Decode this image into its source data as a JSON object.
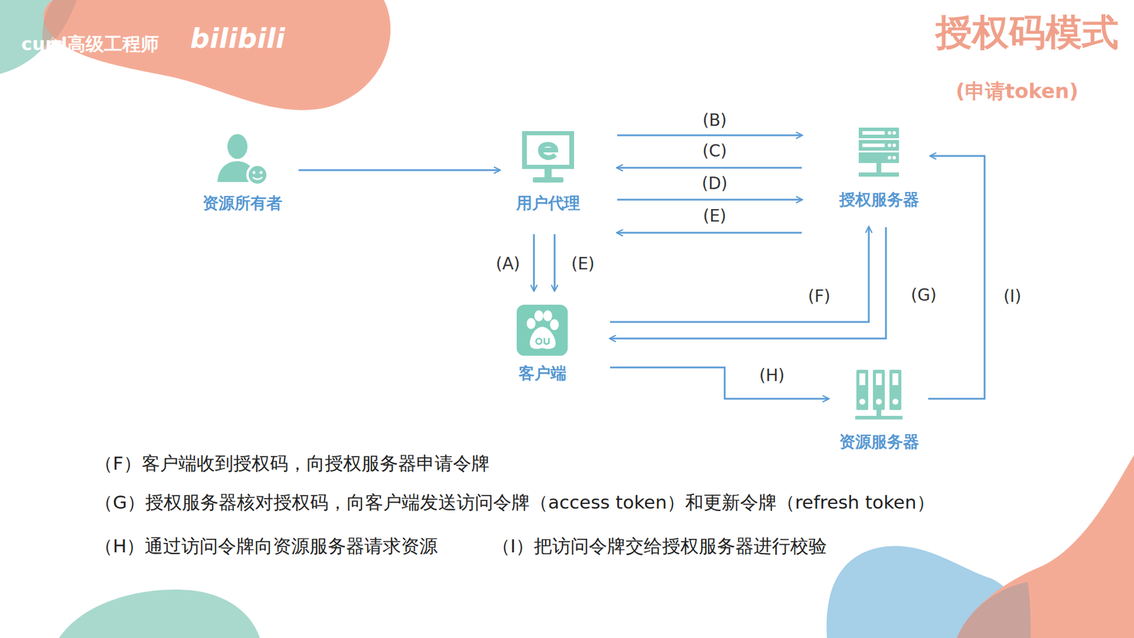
{
  "diagram": {
    "title": "授权码模式",
    "nodes": [
      {
        "text": [
          "资源所有者"
        ]
      },
      {
        "text": [
          "用户代理"
        ]
      },
      {
        "text": [
          "授权服务器"
        ]
      },
      {
        "text": [
          "客户端"
        ]
      },
      {
        "text": [
          "资源服务器"
        ]
      }
    ],
    "edges": [
      {
        "from": 0,
        "to": 1,
        "arrow": "to"
      },
      {
        "from": 1,
        "to": 2,
        "label": "(B)",
        "arrow": "to"
      },
      {
        "from": 2,
        "to": 1,
        "label": "(C)",
        "arrow": "to"
      },
      {
        "from": 1,
        "to": 2,
        "label": "(D)",
        "arrow": "to"
      },
      {
        "from": 2,
        "to": 1,
        "label": "(E)",
        "arrow": "to"
      },
      {
        "from": 1,
        "to": 3,
        "label": "(A)",
        "arrow": "to"
      },
      {
        "from": 1,
        "to": 3,
        "label": "(E)",
        "arrow": "to"
      },
      {
        "from": 3,
        "to": 2,
        "label": "(F)",
        "arrow": "to"
      },
      {
        "from": 2,
        "to": 3,
        "label": "(G)",
        "arrow": "to"
      },
      {
        "from": 3,
        "to": 4,
        "label": "(H)",
        "arrow": "to"
      },
      {
        "from": 4,
        "to": 2,
        "label": "(I)",
        "arrow": "to"
      }
    ],
    "labels": [
      "(申请token)",
      "curd高级工程师",
      "bilibili",
      "（F）客户端收到授权码，向授权服务器申请令牌",
      "（G）授权服务器核对授权码，向客户端发送访问令牌（access token）和更新令牌（refresh token）",
      "（H）通过访问令牌向资源服务器请求资源",
      "（I）把访问令牌交给授权服务器进行校验"
    ]
  }
}
